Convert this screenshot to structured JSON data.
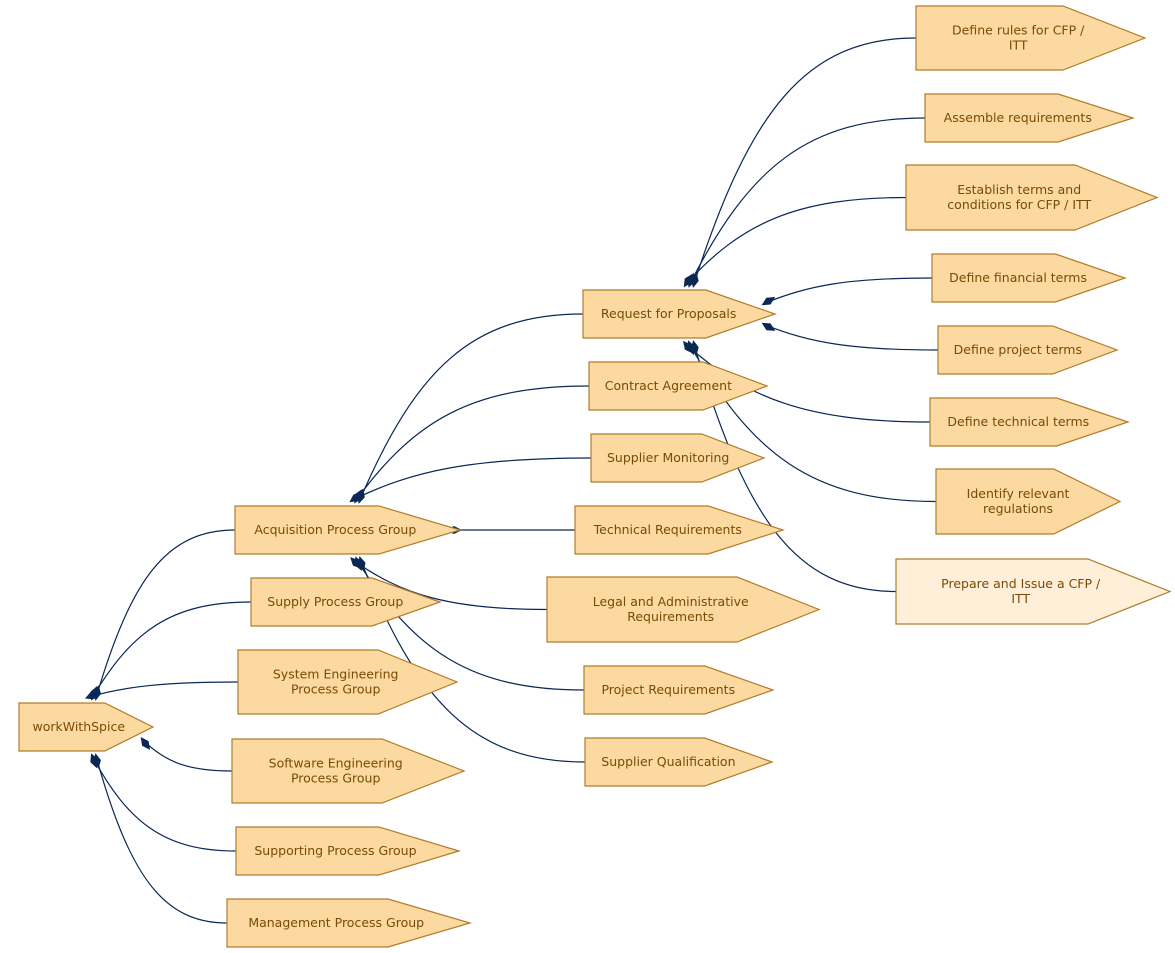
{
  "colors": {
    "node_fill": "#fbd9a0",
    "node_fill_highlight": "#ffefd8",
    "node_stroke": "#b07d2b",
    "edge": "#0b2755",
    "text": "#7a4a06"
  },
  "nodes": [
    {
      "id": "root",
      "lines": [
        "workWithSpice"
      ]
    },
    {
      "id": "acq",
      "lines": [
        "Acquisition Process Group"
      ],
      "parent": "root"
    },
    {
      "id": "sup",
      "lines": [
        "Supply Process Group"
      ],
      "parent": "root"
    },
    {
      "id": "sys",
      "lines": [
        "System Engineering",
        "Process Group"
      ],
      "parent": "root"
    },
    {
      "id": "sw",
      "lines": [
        "Software Engineering",
        "Process Group"
      ],
      "parent": "root"
    },
    {
      "id": "supp",
      "lines": [
        "Supporting Process Group"
      ],
      "parent": "root"
    },
    {
      "id": "mgmt",
      "lines": [
        "Management Process Group"
      ],
      "parent": "root"
    },
    {
      "id": "rfp",
      "lines": [
        "Request for Proposals"
      ],
      "parent": "acq"
    },
    {
      "id": "contract",
      "lines": [
        "Contract Agreement"
      ],
      "parent": "acq"
    },
    {
      "id": "supmon",
      "lines": [
        "Supplier Monitoring"
      ],
      "parent": "acq"
    },
    {
      "id": "techreq",
      "lines": [
        "Technical Requirements"
      ],
      "parent": "acq"
    },
    {
      "id": "legal",
      "lines": [
        "Legal and Administrative",
        "Requirements"
      ],
      "parent": "acq"
    },
    {
      "id": "projreq",
      "lines": [
        "Project Requirements"
      ],
      "parent": "acq"
    },
    {
      "id": "supqual",
      "lines": [
        "Supplier Qualification"
      ],
      "parent": "acq"
    },
    {
      "id": "rules",
      "lines": [
        "Define rules for CFP /",
        "ITT"
      ],
      "parent": "rfp"
    },
    {
      "id": "assemble",
      "lines": [
        "Assemble requirements"
      ],
      "parent": "rfp"
    },
    {
      "id": "establish",
      "lines": [
        "Establish terms and",
        "conditions for CFP / ITT"
      ],
      "parent": "rfp"
    },
    {
      "id": "fin",
      "lines": [
        "Define financial terms"
      ],
      "parent": "rfp"
    },
    {
      "id": "projterms",
      "lines": [
        "Define project terms"
      ],
      "parent": "rfp"
    },
    {
      "id": "techterms",
      "lines": [
        "Define technical terms"
      ],
      "parent": "rfp"
    },
    {
      "id": "regs",
      "lines": [
        "Identify relevant",
        "regulations"
      ],
      "parent": "rfp"
    },
    {
      "id": "prepare",
      "lines": [
        "Prepare and Issue a CFP /",
        "ITT"
      ],
      "parent": "rfp",
      "highlight": true
    }
  ]
}
